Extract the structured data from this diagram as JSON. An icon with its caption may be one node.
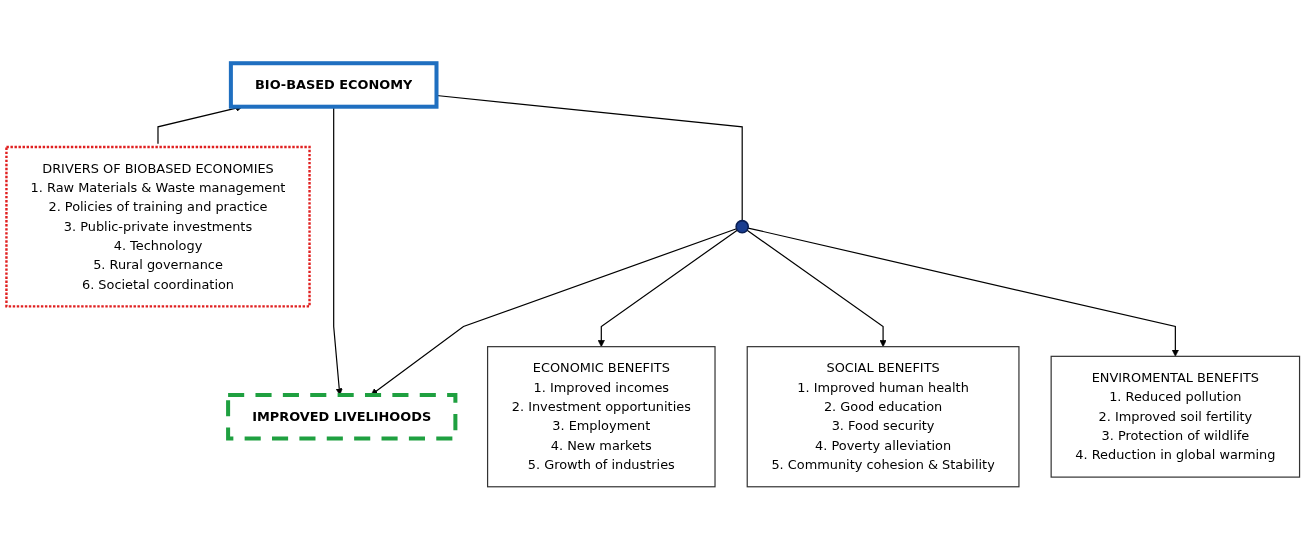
{
  "diagram": {
    "nodes": [
      {
        "text": [
          "BIO-BASED ECONOMY"
        ]
      },
      {
        "text": [
          "DRIVERS OF BIOBASED ECONOMIES",
          "1. Raw Materials & Waste management",
          "2. Policies of training and practice",
          "3. Public-private investments",
          "4. Technology",
          "5. Rural governance",
          "6. Societal coordination"
        ]
      },
      {
        "text": [
          "IMPROVED LIVELIHOODS"
        ]
      },
      {
        "text": [],
        "shape": "circle"
      },
      {
        "text": [
          "ECONOMIC BENEFITS",
          "1. Improved incomes",
          "2. Investment opportunities",
          "3. Employment",
          "4. New markets",
          "5. Growth of industries"
        ]
      },
      {
        "text": [
          "SOCIAL BENEFITS",
          "1. Improved human health",
          "2. Good education",
          "3. Food security",
          "4. Poverty alleviation",
          "5. Community cohesion & Stability"
        ]
      },
      {
        "text": [
          "ENVIROMENTAL BENEFITS",
          "1. Reduced pollution",
          "2. Improved soil fertility",
          "3. Protection of wildlife",
          "4. Reduction in global warming"
        ]
      }
    ],
    "edges": [
      {
        "from": 1,
        "to": 0,
        "arrow": "to"
      },
      {
        "from": 0,
        "to": 2,
        "arrow": "to"
      },
      {
        "from": 0,
        "to": 3,
        "arrow": "none"
      },
      {
        "from": 3,
        "to": 2,
        "arrow": "to"
      },
      {
        "from": 3,
        "to": 4,
        "arrow": "to"
      },
      {
        "from": 3,
        "to": 5,
        "arrow": "to"
      },
      {
        "from": 3,
        "to": 6,
        "arrow": "to"
      }
    ]
  }
}
